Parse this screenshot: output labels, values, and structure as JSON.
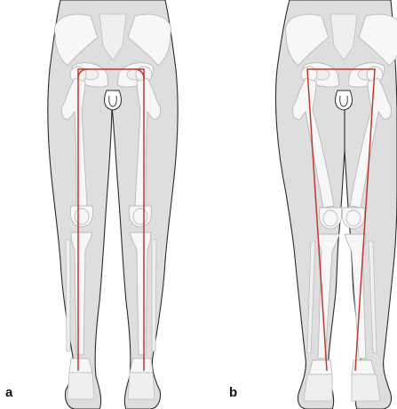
{
  "panels": [
    {
      "label": "a",
      "alignment": "straight-vertical"
    },
    {
      "label": "b",
      "alignment": "converging-knees"
    }
  ],
  "colors": {
    "axis_line": "#c0392b",
    "skin": "#dedede",
    "bone": "#f7f7f7",
    "outline": "#2a2a2a"
  }
}
